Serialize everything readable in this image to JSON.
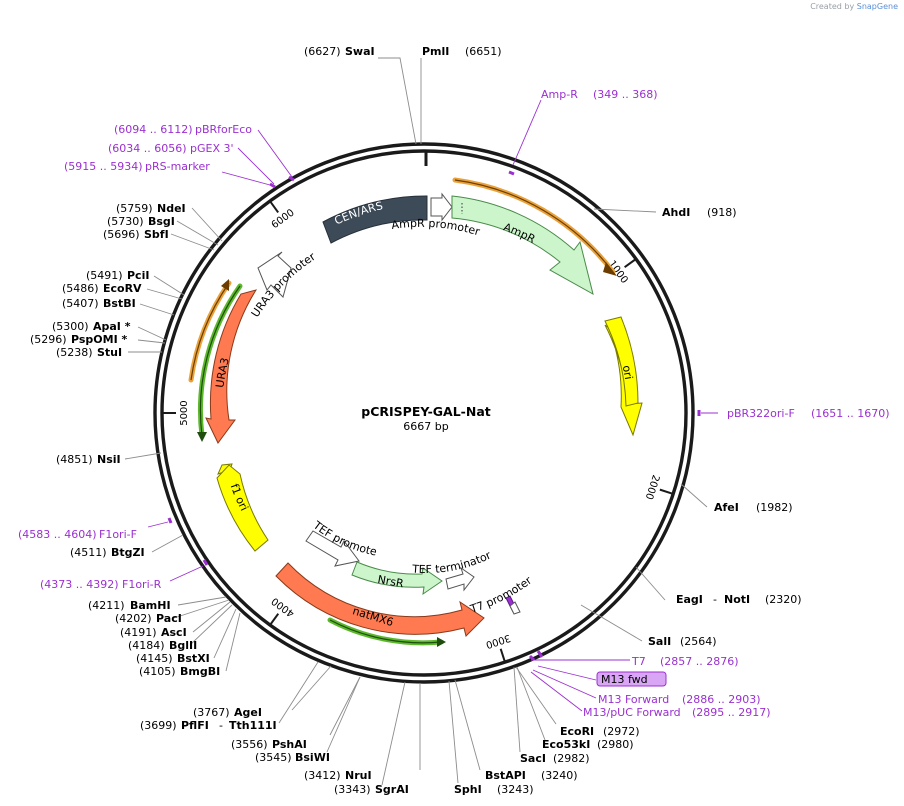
{
  "watermark": {
    "prefix": "Created by",
    "brand": "SnapGene"
  },
  "plasmid": {
    "name": "pCRISPEY-GAL-Nat",
    "length_label": "6667 bp",
    "length": 6667
  },
  "ticks": [
    {
      "pos": 1000,
      "label": "1000"
    },
    {
      "pos": 2000,
      "label": "2000"
    },
    {
      "pos": 3000,
      "label": "3000"
    },
    {
      "pos": 4000,
      "label": "4000"
    },
    {
      "pos": 5000,
      "label": "5000"
    },
    {
      "pos": 6000,
      "label": "6000"
    }
  ],
  "sites_top": {
    "swai": {
      "pos": "(6627)",
      "name": "SwaI"
    },
    "pmli": {
      "pos": "(6651)",
      "name": "PmlI"
    }
  },
  "sites_right": [
    {
      "id": "ahdi",
      "name": "AhdI",
      "pos": "(918)"
    },
    {
      "id": "afei",
      "name": "AfeI",
      "pos": "(1982)"
    },
    {
      "id": "eagi-noti",
      "name": "EagI",
      "sep": "-",
      "name2": "NotI",
      "pos": "(2320)"
    },
    {
      "id": "sali",
      "name": "SalI",
      "pos": "(2564)"
    }
  ],
  "sites_bottom_right": [
    {
      "id": "ecori",
      "name": "EcoRI",
      "pos": "(2972)"
    },
    {
      "id": "eco53ki",
      "name": "Eco53kI",
      "pos": "(2980)"
    },
    {
      "id": "saci",
      "name": "SacI",
      "pos": "(2982)"
    },
    {
      "id": "bstapi",
      "name": "BstAPI",
      "pos": "(3240)"
    },
    {
      "id": "sphi",
      "name": "SphI",
      "pos": "(3243)"
    }
  ],
  "sites_bottom": [
    {
      "id": "nrui",
      "pos": "(3412)",
      "name": "NruI"
    },
    {
      "id": "sgrai",
      "pos": "(3343)",
      "name": "SgrAI"
    },
    {
      "id": "pshai",
      "pos": "(3556)",
      "name": "PshAI"
    },
    {
      "id": "bsiwi",
      "pos": "(3545)",
      "name": "BsiWI"
    },
    {
      "id": "agei",
      "pos": "(3767)",
      "name": "AgeI"
    },
    {
      "id": "pflfi",
      "pos": "(3699)",
      "name": "PflFI",
      "sep": "-",
      "name2": "Tth111I"
    }
  ],
  "sites_left": [
    {
      "id": "bamhi",
      "pos": "(4211)",
      "name": "BamHI"
    },
    {
      "id": "paci",
      "pos": "(4202)",
      "name": "PacI"
    },
    {
      "id": "asci",
      "pos": "(4191)",
      "name": "AscI"
    },
    {
      "id": "bglii",
      "pos": "(4184)",
      "name": "BglII"
    },
    {
      "id": "bstxi",
      "pos": "(4145)",
      "name": "BstXI"
    },
    {
      "id": "bmgbi",
      "pos": "(4105)",
      "name": "BmgBI"
    },
    {
      "id": "btgzi",
      "pos": "(4511)",
      "name": "BtgZI"
    },
    {
      "id": "nsii",
      "pos": "(4851)",
      "name": "NsiI"
    },
    {
      "id": "stui",
      "pos": "(5238)",
      "name": "StuI"
    },
    {
      "id": "pspomi",
      "pos": "(5296)",
      "name": "PspOMI *"
    },
    {
      "id": "apai",
      "pos": "(5300)",
      "name": "ApaI *"
    },
    {
      "id": "bstbi",
      "pos": "(5407)",
      "name": "BstBI"
    },
    {
      "id": "ecorv",
      "pos": "(5486)",
      "name": "EcoRV"
    },
    {
      "id": "pcii",
      "pos": "(5491)",
      "name": "PciI"
    },
    {
      "id": "sbfi",
      "pos": "(5696)",
      "name": "SbfI"
    },
    {
      "id": "bsgi",
      "pos": "(5730)",
      "name": "BsgI"
    },
    {
      "id": "ndei",
      "pos": "(5759)",
      "name": "NdeI"
    }
  ],
  "primers": [
    {
      "id": "amp-r",
      "name": "Amp-R",
      "range": "(349 .. 368)"
    },
    {
      "id": "pbr322ori-f",
      "name": "pBR322ori-F",
      "range": "(1651 .. 1670)"
    },
    {
      "id": "t7",
      "name": "T7",
      "range": "(2857 .. 2876)"
    },
    {
      "id": "m13-forward",
      "name": "M13 Forward",
      "range": "(2886 .. 2903)"
    },
    {
      "id": "m13-puc-forward",
      "name": "M13/pUC Forward",
      "range": "(2895 .. 2917)"
    },
    {
      "id": "f1ori-r",
      "range": "(4373 .. 4392)",
      "name": "F1ori-R"
    },
    {
      "id": "f1ori-f",
      "range": "(4583 .. 4604)",
      "name": "F1ori-F"
    },
    {
      "id": "prs-marker",
      "range": "(5915 .. 5934)",
      "name": "pRS-marker"
    },
    {
      "id": "pgex3",
      "range": "(6034 .. 6056)",
      "name": "pGEX 3'"
    },
    {
      "id": "pbrforeco",
      "range": "(6094 .. 6112)",
      "name": "pBRforEco"
    }
  ],
  "m13fwd_box": "M13 fwd",
  "features": {
    "cen_ars": "CEN/ARS",
    "ampr_promoter": "AmpR promoter",
    "ampr": "AmpR",
    "ori": "ori",
    "ura3_promoter": "URA3 promoter",
    "ura3": "URA3",
    "f1_ori": "f1 ori",
    "tef_promoter": "TEF promoter",
    "nrsr": "NrsR",
    "tef_terminator": "TEF terminator",
    "t7_promoter": "T7 promoter",
    "natmx6": "natMX6"
  },
  "colors": {
    "backbone": "#1a1a1a",
    "primer": "#9b30d0",
    "promoter_fill": "#ffffff",
    "ampr_fill": "#ccf5cc",
    "ori_fill": "#ffff00",
    "cen_fill": "#3d4a57",
    "ura3_fill": "#ff7a50",
    "natmx6_fill": "#ff7a50",
    "nrsr_fill": "#ccf5cc",
    "orf_orange": "#e9a23b",
    "orf_green": "#5cb82b",
    "m13_box": "#d9a6f5"
  }
}
